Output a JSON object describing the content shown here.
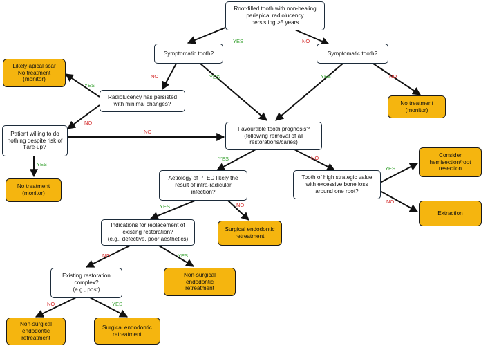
{
  "nodes": {
    "root": "Root-filled tooth with non-healing\nperiapical radiolucency\npersisting  >5 years",
    "symptomatic_left": "Symptomatic tooth?",
    "symptomatic_right": "Symptomatic tooth?",
    "apical_scar": "Likely apical scar\nNo treatment\n(monitor)",
    "radiolucency_persisted": "Radiolucency has persisted\nwith minimal changes?",
    "patient_willing": "Patient willing to do\nnothing despite risk of\nflare-up?",
    "no_treatment_left": "No treatment\n(monitor)",
    "no_treatment_right": "No treatment\n(monitor)",
    "favourable_prognosis": "Favourable tooth prognosis?\n(following removal of all\nrestorations/caries)",
    "aetiology": "Aetiology of PTED likely the\nresult of intra-radicular\ninfection?",
    "strategic_value": "Tooth of high strategic value\nwith excessive bone loss\naround one root?",
    "consider_hemisection": "Consider\nhemisection/root\nresection",
    "extraction": "Extraction",
    "surgical_retreatment_mid": "Surgical endodontic\nretreatment",
    "replacement_indications": "Indications for replacement of\nexisting restoration?\n(e.g., defective, poor aesthetics)",
    "nonsurgical_retreatment_mid": "Non-surgical\nendodontic\nretreatment",
    "restoration_complex": "Existing restoration\ncomplex?\n(e.g., post)",
    "nonsurgical_retreatment_bottom": "Non-surgical\nendodontic\nretreatment",
    "surgical_retreatment_bottom": "Surgical endodontic\nretreatment"
  },
  "edge_labels": {
    "yes": "YES",
    "no": "NO"
  },
  "colors": {
    "terminal_fill": "#f5b50f",
    "box_border": "#1c2b3a",
    "arrow": "#111111",
    "yes": "#3aa334",
    "no": "#d42b2b"
  }
}
